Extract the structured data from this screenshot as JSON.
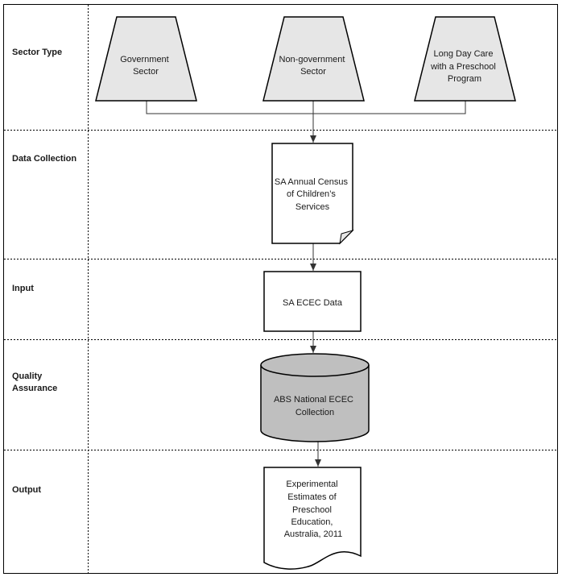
{
  "lanes": [
    {
      "id": "sector",
      "label_lines": [
        "Sector Type"
      ]
    },
    {
      "id": "collection",
      "label_lines": [
        "Data Collection"
      ]
    },
    {
      "id": "input",
      "label_lines": [
        "Input"
      ]
    },
    {
      "id": "quality",
      "label_lines": [
        "Quality",
        "Assurance"
      ]
    },
    {
      "id": "output",
      "label_lines": [
        "Output"
      ]
    }
  ],
  "nodes": {
    "government": {
      "shape": "trapezoid",
      "lines": [
        "Government",
        "Sector"
      ]
    },
    "nongovernment": {
      "shape": "trapezoid",
      "lines": [
        "Non-government",
        "Sector"
      ]
    },
    "longdaycare": {
      "shape": "trapezoid",
      "lines": [
        "Long Day Care",
        "with a Preschool",
        "Program"
      ]
    },
    "census": {
      "shape": "folded-document",
      "lines": [
        "SA Annual Census",
        "of Children’s",
        "Services"
      ]
    },
    "ecec_data": {
      "shape": "process",
      "lines": [
        "SA ECEC Data"
      ]
    },
    "abs_collection": {
      "shape": "database",
      "lines": [
        "ABS National ECEC",
        "Collection"
      ]
    },
    "estimates": {
      "shape": "wavy-document",
      "lines": [
        "Experimental",
        "Estimates of",
        "Preschool",
        "Education,",
        "Australia, 2011"
      ]
    }
  },
  "edges": [
    {
      "from": "government",
      "to": "census"
    },
    {
      "from": "nongovernment",
      "to": "census"
    },
    {
      "from": "longdaycare",
      "to": "census"
    },
    {
      "from": "census",
      "to": "ecec_data"
    },
    {
      "from": "ecec_data",
      "to": "abs_collection"
    },
    {
      "from": "abs_collection",
      "to": "estimates"
    }
  ]
}
